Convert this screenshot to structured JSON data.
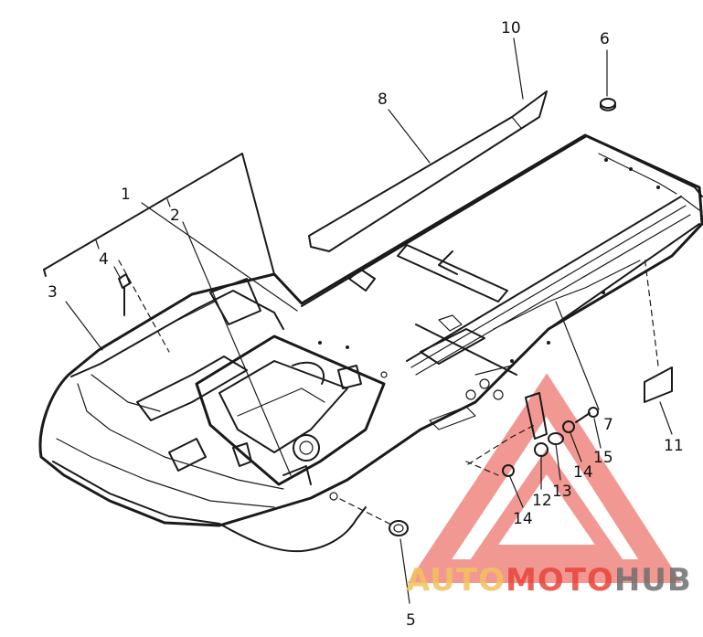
{
  "callouts": [
    {
      "id": "1",
      "text": "1"
    },
    {
      "id": "2",
      "text": "2"
    },
    {
      "id": "3",
      "text": "3"
    },
    {
      "id": "4",
      "text": "4"
    },
    {
      "id": "5",
      "text": "5"
    },
    {
      "id": "6",
      "text": "6"
    },
    {
      "id": "7",
      "text": "7"
    },
    {
      "id": "8",
      "text": "8"
    },
    {
      "id": "10",
      "text": "10"
    },
    {
      "id": "11",
      "text": "11"
    },
    {
      "id": "12",
      "text": "12"
    },
    {
      "id": "13",
      "text": "13"
    },
    {
      "id": "14a",
      "text": "14"
    },
    {
      "id": "14b",
      "text": "14"
    },
    {
      "id": "15",
      "text": "15"
    }
  ],
  "watermark": {
    "part1": "AUTO",
    "part2": "MOTO",
    "part3": "HUB",
    "color_gold": "#f2c25c",
    "color_red": "#e8453c",
    "color_gray": "#6f6f6f"
  },
  "colors": {
    "line": "#1a1a1a",
    "background": "#ffffff"
  }
}
